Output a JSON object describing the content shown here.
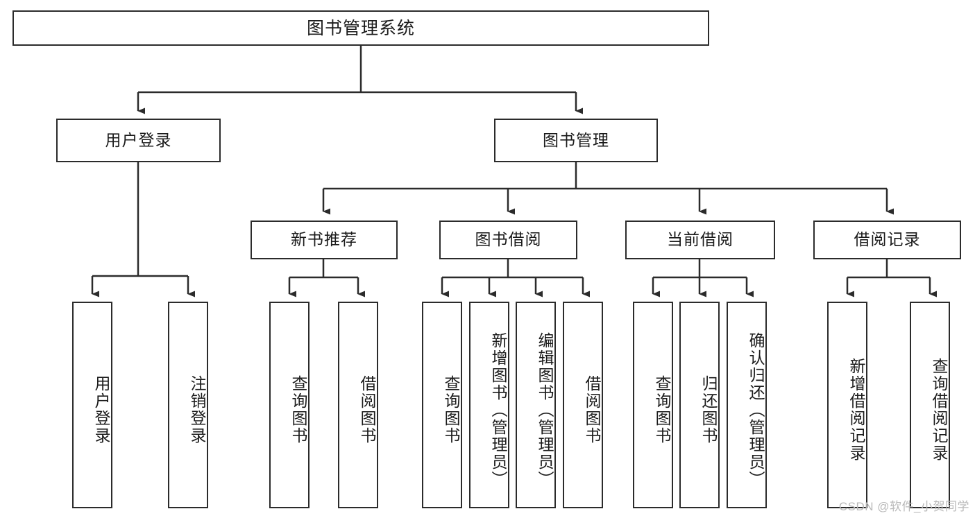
{
  "diagram": {
    "title": "图书管理系统",
    "type": "tree-hierarchy-diagram",
    "watermark": "CSDN @软件_小贺同学",
    "colors": {
      "stroke": "#2b2b2b",
      "fill": "#ffffff",
      "text": "#1b1b1b",
      "watermark": "#b9b9b9"
    },
    "nodes": {
      "root": {
        "label": "图书管理系统"
      },
      "level2": [
        {
          "id": "user-login",
          "label": "用户登录"
        },
        {
          "id": "book-management",
          "label": "图书管理"
        }
      ],
      "level3": [
        {
          "id": "new-book-recommend",
          "label": "新书推荐"
        },
        {
          "id": "book-borrow",
          "label": "图书借阅"
        },
        {
          "id": "current-borrow",
          "label": "当前借阅"
        },
        {
          "id": "borrow-record",
          "label": "借阅记录"
        }
      ],
      "leaves": {
        "user_login": [
          {
            "id": "leaf-user-login",
            "label": "用户登录"
          },
          {
            "id": "leaf-logout",
            "label": "注销登录"
          }
        ],
        "new_book_recommend": [
          {
            "id": "leaf-query-book-1",
            "label": "查询图书"
          },
          {
            "id": "leaf-borrow-book-1",
            "label": "借阅图书"
          }
        ],
        "book_borrow": [
          {
            "id": "leaf-query-book-2",
            "label": "查询图书"
          },
          {
            "id": "leaf-add-book",
            "label": "新增图书（管理员）"
          },
          {
            "id": "leaf-edit-book",
            "label": "编辑图书（管理员）"
          },
          {
            "id": "leaf-borrow-book-2",
            "label": "借阅图书"
          }
        ],
        "current_borrow": [
          {
            "id": "leaf-query-book-3",
            "label": "查询图书"
          },
          {
            "id": "leaf-return-book",
            "label": "归还图书"
          },
          {
            "id": "leaf-confirm-return",
            "label": "确认归还（管理员）"
          }
        ],
        "borrow_record": [
          {
            "id": "leaf-add-record",
            "label": "新增借阅记录"
          },
          {
            "id": "leaf-query-record",
            "label": "查询借阅记录"
          }
        ]
      }
    }
  }
}
